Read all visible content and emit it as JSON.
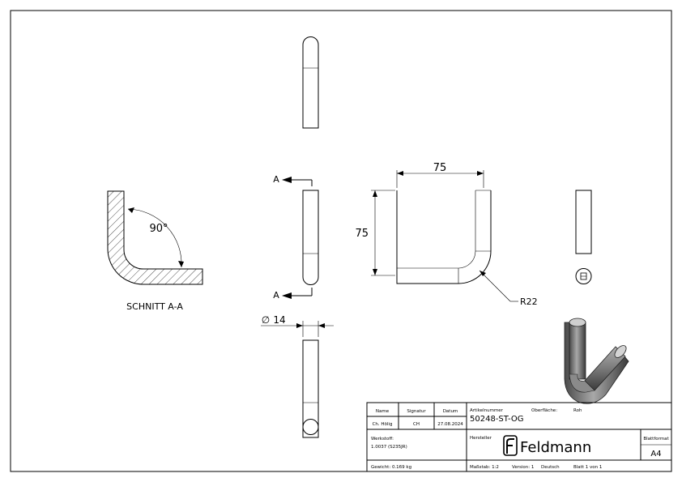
{
  "section_view": {
    "angle_label": "90°",
    "caption": "SCHNITT A-A"
  },
  "section_markers": {
    "top": "A",
    "bottom": "A"
  },
  "dimensions": {
    "width": "75",
    "height": "75",
    "radius": "R22",
    "diameter_symbol": "∅",
    "diameter": "14"
  },
  "title_block": {
    "headers": {
      "name": "Name",
      "signatur": "Signatur",
      "datum": "Datum"
    },
    "row": {
      "name": "Ch. Hölig",
      "signatur": "CH",
      "datum": "27.08.2024"
    },
    "artikelnummer_label": "Artikelnummer",
    "artikelnummer": "50248-ST-OG",
    "oberflaeche_label": "Oberfläche:",
    "oberflaeche": "Roh",
    "werkstoff_label": "Werkstoff:",
    "werkstoff": "1.0037 (S235JR)",
    "hersteller_label": "Hersteller",
    "brand": "Feldmann",
    "blattformat_label": "Blattformat",
    "blattformat": "A4",
    "gewicht": "Gewicht: 0.169 kg",
    "massstab": "Maßstab: 1:2",
    "version": "Version: 1",
    "sprache": "Deutsch",
    "blatt": "Blatt 1 von 1"
  }
}
